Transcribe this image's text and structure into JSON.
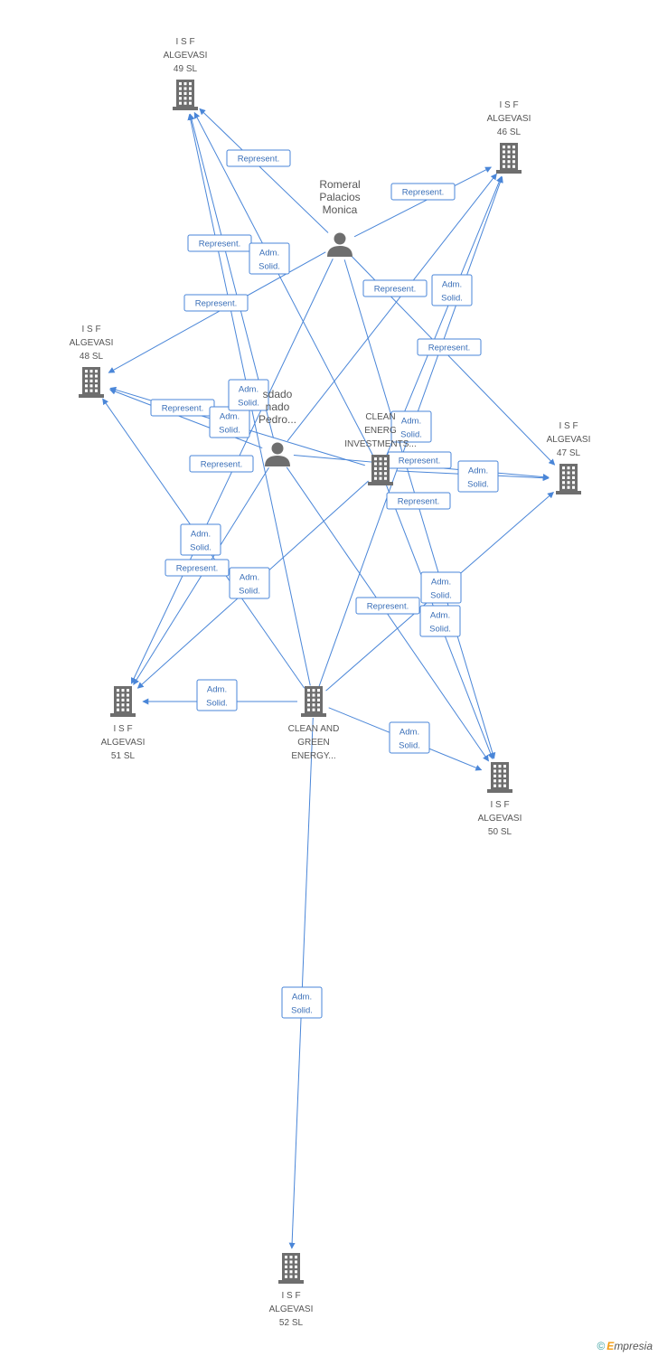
{
  "nodes": [
    {
      "id": "isf49",
      "kind": "company",
      "lines": [
        "I S F",
        "ALGEVASI",
        "49 SL"
      ]
    },
    {
      "id": "isf46",
      "kind": "company",
      "lines": [
        "I S F",
        "ALGEVASI",
        "46 SL"
      ]
    },
    {
      "id": "isf48",
      "kind": "company",
      "lines": [
        "I S F",
        "ALGEVASI",
        "48 SL"
      ]
    },
    {
      "id": "isf47",
      "kind": "company",
      "lines": [
        "I S F",
        "ALGEVASI",
        "47 SL"
      ]
    },
    {
      "id": "isf51",
      "kind": "company",
      "lines": [
        "I S F",
        "ALGEVASI",
        "51 SL"
      ]
    },
    {
      "id": "isf50",
      "kind": "company",
      "lines": [
        "I S F",
        "ALGEVASI",
        "50 SL"
      ]
    },
    {
      "id": "isf52",
      "kind": "company",
      "lines": [
        "I S F",
        "ALGEVASI",
        "52 SL"
      ]
    },
    {
      "id": "romeral",
      "kind": "person",
      "lines": [
        "Romeral",
        "Palacios",
        "Monica"
      ]
    },
    {
      "id": "pedro",
      "kind": "person",
      "lines": [
        "sdado",
        "nado",
        "Pedro..."
      ]
    },
    {
      "id": "clean_inv",
      "kind": "company",
      "lines": [
        "CLEAN",
        "ENERG",
        "INVESTMENTS..."
      ]
    },
    {
      "id": "clean_green",
      "kind": "company",
      "lines": [
        "CLEAN AND",
        "GREEN",
        "ENERGY..."
      ]
    }
  ],
  "edges": [
    {
      "from": "romeral",
      "to": "isf49",
      "label": [
        "Represent."
      ]
    },
    {
      "from": "romeral",
      "to": "isf46",
      "label": [
        "Represent."
      ]
    },
    {
      "from": "romeral",
      "to": "isf48",
      "label": [
        "Represent."
      ]
    },
    {
      "from": "romeral",
      "to": "isf47",
      "label": [
        "Represent."
      ]
    },
    {
      "from": "romeral",
      "to": "isf51",
      "label": [
        "Represent."
      ]
    },
    {
      "from": "romeral",
      "to": "isf50",
      "label": [
        "Represent."
      ]
    },
    {
      "from": "pedro",
      "to": "isf49",
      "label": [
        "Represent."
      ]
    },
    {
      "from": "pedro",
      "to": "isf48",
      "label": [
        "Represent."
      ]
    },
    {
      "from": "pedro",
      "to": "isf46",
      "label": [
        "Represent."
      ]
    },
    {
      "from": "pedro",
      "to": "isf47",
      "label": [
        "Represent."
      ]
    },
    {
      "from": "pedro",
      "to": "isf51",
      "label": [
        "Represent."
      ]
    },
    {
      "from": "pedro",
      "to": "isf50",
      "label": [
        "Represent."
      ]
    },
    {
      "from": "clean_inv",
      "to": "isf49",
      "label": [
        "Adm.",
        "Solid."
      ]
    },
    {
      "from": "clean_inv",
      "to": "isf46",
      "label": [
        "Adm.",
        "Solid."
      ]
    },
    {
      "from": "clean_inv",
      "to": "isf48",
      "label": [
        "Adm.",
        "Solid."
      ]
    },
    {
      "from": "clean_inv",
      "to": "isf47",
      "label": [
        "Adm.",
        "Solid."
      ]
    },
    {
      "from": "clean_inv",
      "to": "isf51",
      "label": [
        "Adm.",
        "Solid."
      ]
    },
    {
      "from": "clean_inv",
      "to": "isf50",
      "label": [
        "Adm.",
        "Solid."
      ]
    },
    {
      "from": "clean_green",
      "to": "isf49",
      "label": [
        "Adm.",
        "Solid."
      ]
    },
    {
      "from": "clean_green",
      "to": "isf46",
      "label": [
        "Adm.",
        "Solid."
      ]
    },
    {
      "from": "clean_green",
      "to": "isf48",
      "label": [
        "Adm.",
        "Solid."
      ]
    },
    {
      "from": "clean_green",
      "to": "isf47",
      "label": [
        "Adm.",
        "Solid."
      ]
    },
    {
      "from": "clean_green",
      "to": "isf51",
      "label": [
        "Adm.",
        "Solid."
      ]
    },
    {
      "from": "clean_green",
      "to": "isf50",
      "label": [
        "Adm.",
        "Solid."
      ]
    },
    {
      "from": "clean_green",
      "to": "isf52",
      "label": [
        "Adm.",
        "Solid."
      ]
    }
  ],
  "brand": {
    "copyright": "©",
    "first": "E",
    "rest": "mpresia"
  },
  "colors": {
    "edge": "#4a86d8",
    "icon": "#6e6e6e",
    "text": "#555555"
  }
}
